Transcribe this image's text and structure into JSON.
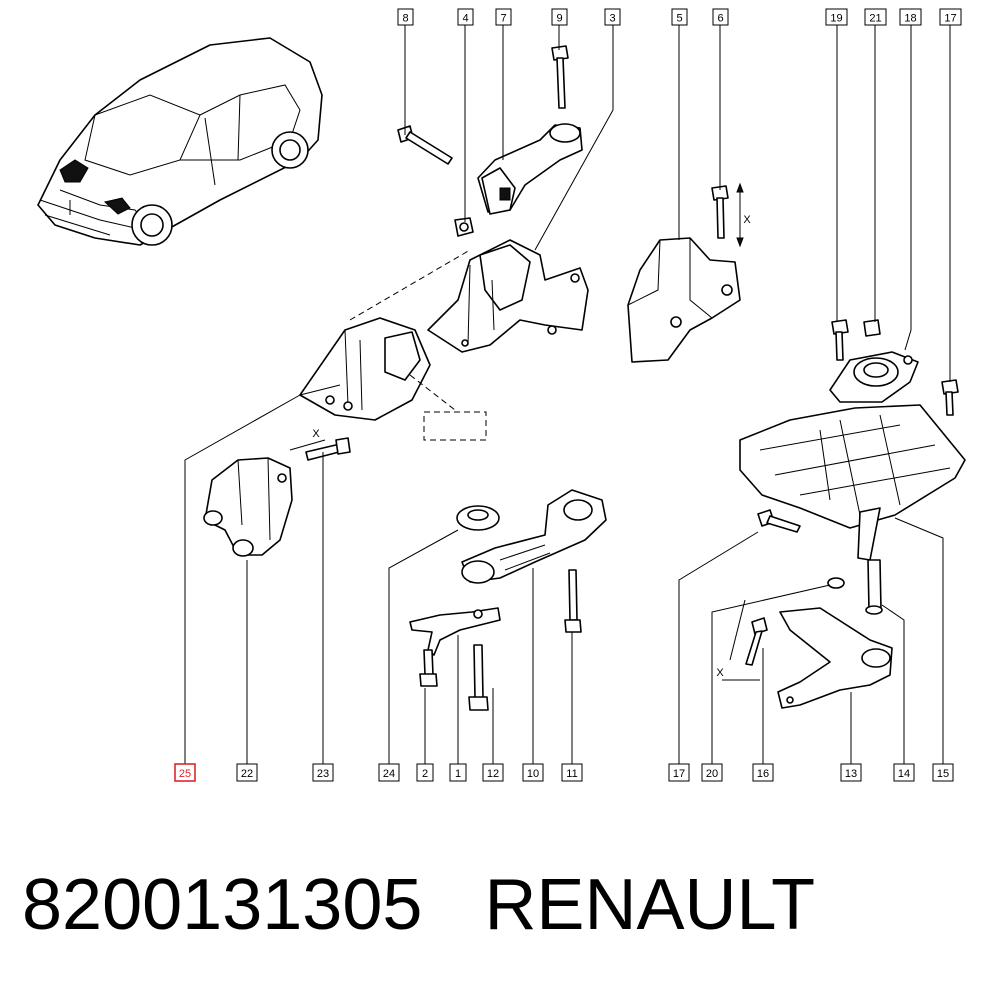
{
  "callouts_top": [
    "8",
    "4",
    "7",
    "9",
    "3",
    "5",
    "6",
    "19",
    "21",
    "18",
    "17"
  ],
  "callouts_bottom": [
    "25",
    "22",
    "23",
    "24",
    "2",
    "1",
    "12",
    "10",
    "11",
    "17",
    "20",
    "16",
    "13",
    "14",
    "15"
  ],
  "highlighted_callout": "25",
  "dimension_label": "X",
  "footer": {
    "part_number": "8200131305",
    "brand": "RENAULT"
  },
  "colors": {
    "highlight": "#e0262b",
    "ink": "#000000",
    "background": "#ffffff"
  }
}
